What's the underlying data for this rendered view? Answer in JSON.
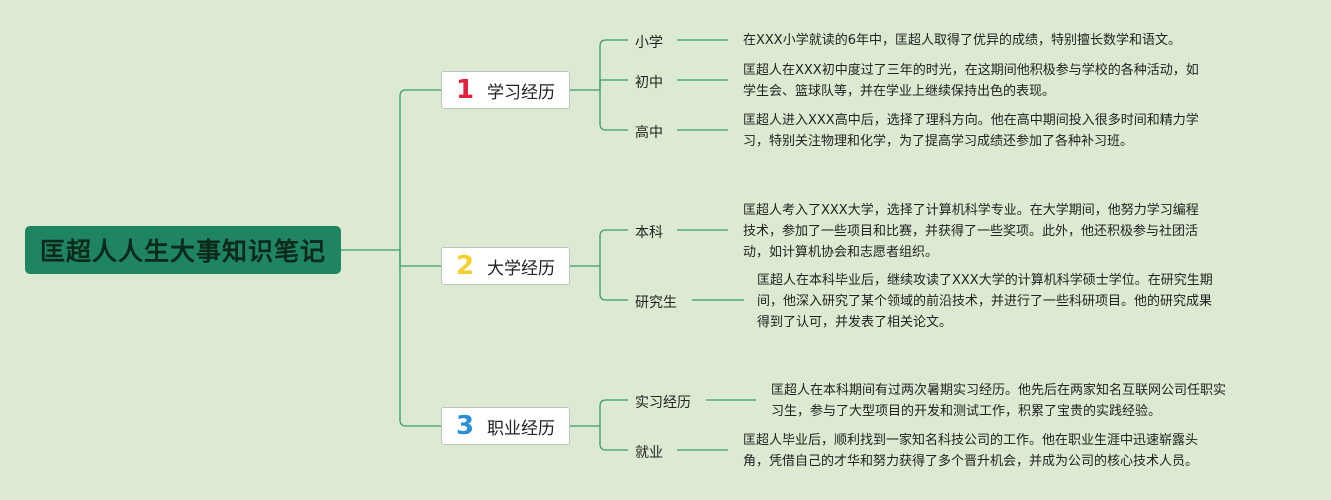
{
  "root": {
    "title": "匡超人人生大事知识笔记"
  },
  "branches": [
    {
      "number": "1",
      "label": "学习经历",
      "number_color": "#e0213b",
      "children": [
        {
          "label": "小学",
          "lines": [
            "在XXX小学就读的6年中，匡超人取得了优异的成绩，特别擅长数学和语文。"
          ]
        },
        {
          "label": "初中",
          "lines": [
            "匡超人在XXX初中度过了三年的时光，在这期间他积极参与学校的各种活动，如",
            "学生会、篮球队等，并在学业上继续保持出色的表现。"
          ]
        },
        {
          "label": "高中",
          "lines": [
            "匡超人进入XXX高中后，选择了理科方向。他在高中期间投入很多时间和精力学",
            "习，特别关注物理和化学，为了提高学习成绩还参加了各种补习班。"
          ]
        }
      ]
    },
    {
      "number": "2",
      "label": "大学经历",
      "number_color": "#f5cf2e",
      "children": [
        {
          "label": "本科",
          "lines": [
            "匡超人考入了XXX大学，选择了计算机科学专业。在大学期间，他努力学习编程",
            "技术，参加了一些项目和比赛，并获得了一些奖项。此外，他还积极参与社团活",
            "动，如计算机协会和志愿者组织。"
          ]
        },
        {
          "label": "研究生",
          "lines": [
            "匡超人在本科毕业后，继续攻读了XXX大学的计算机科学硕士学位。在研究生期",
            "间，他深入研究了某个领域的前沿技术，并进行了一些科研项目。他的研究成果",
            "得到了认可，并发表了相关论文。"
          ]
        }
      ]
    },
    {
      "number": "3",
      "label": "职业经历",
      "number_color": "#2b8fd8",
      "children": [
        {
          "label": "实习经历",
          "lines": [
            "匡超人在本科期间有过两次暑期实习经历。他先后在两家知名互联网公司任职实",
            "习生，参与了大型项目的开发和测试工作，积累了宝贵的实践经验。"
          ]
        },
        {
          "label": "就业",
          "lines": [
            "匡超人毕业后，顺利找到一家知名科技公司的工作。他在职业生涯中迅速崭露头",
            "角，凭借自己的才华和努力获得了多个晋升机会，并成为公司的核心技术人员。"
          ]
        }
      ]
    }
  ],
  "colors": {
    "line": "#3a9b6e",
    "background": "#dbead1",
    "root_fill": "#1e8461"
  }
}
